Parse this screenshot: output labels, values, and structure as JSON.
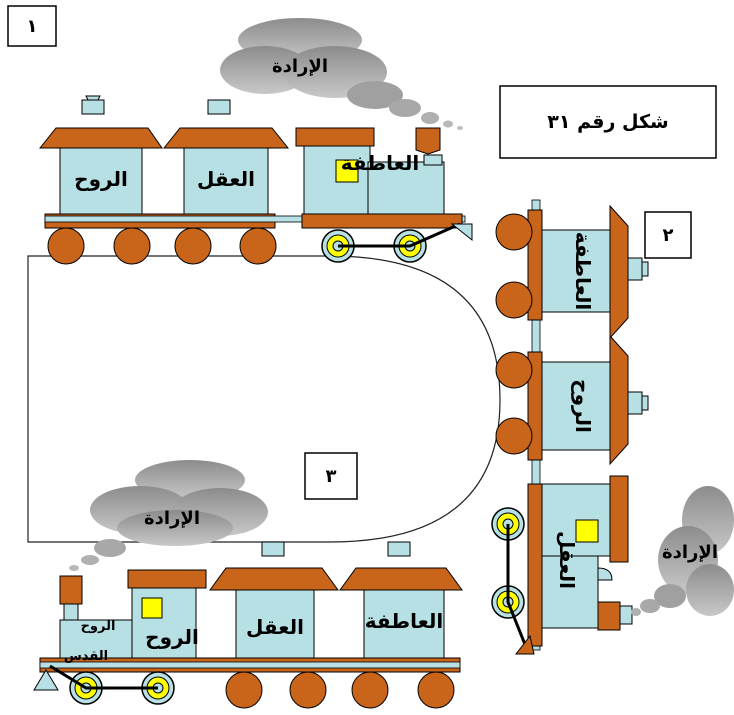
{
  "figure_caption": "شكل رقم ٣١",
  "step_labels": {
    "one": "١",
    "two": "٢",
    "three": "٣"
  },
  "train_top": {
    "car_left": "الروح",
    "car_middle": "العقل",
    "engine": "العاطفة",
    "smoke": "الإرادة"
  },
  "train_right": {
    "car_top": "العاطفة",
    "car_middle": "الروح",
    "engine": "العقل",
    "smoke": "الإرادة"
  },
  "train_bottom": {
    "engine": "الروح",
    "holy_spirit_line1": "الروح",
    "holy_spirit_line2": "القدس",
    "car_middle": "العقل",
    "car_right": "العاطفة",
    "smoke": "الإرادة"
  },
  "colors": {
    "roof": "#C8651B",
    "body": "#B7E0E4",
    "wheel": "#C8651B",
    "smoke": "#A6A6A6",
    "window": "#FFFF00",
    "chassis": "#C8651B"
  }
}
